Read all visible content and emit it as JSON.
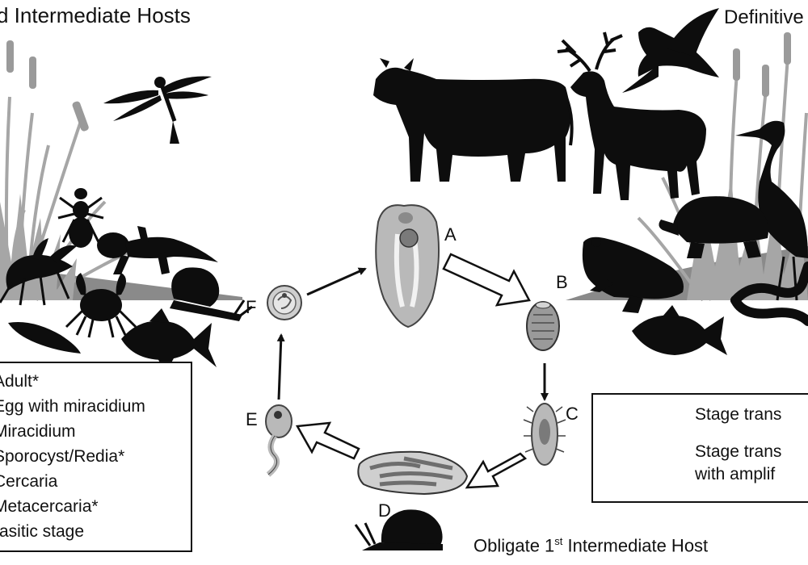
{
  "header": {
    "left_title": "d Intermediate Hosts",
    "right_title": "Definitive",
    "bottom_title_main": "Obligate 1",
    "bottom_title_sup": "st",
    "bottom_title_rest": " Intermediate Host"
  },
  "stages": {
    "a": "A",
    "b": "B",
    "c": "C",
    "d": "D",
    "e": "E",
    "f": "F"
  },
  "legend": {
    "items": [
      "Adult*",
      "Egg with miracidium",
      "Miracidium",
      "Sporocyst/Redia*",
      "Cercaria",
      "Metacercaria*",
      "rasitic stage"
    ]
  },
  "key": {
    "transition": "Stage trans",
    "amplification_line1": "Stage trans",
    "amplification_line2": "with amplif"
  },
  "colors": {
    "silhouette": "#0d0d0d",
    "ground": "#8a8a8a",
    "grass": "#a6a6a6",
    "parasite_fill": "#b9b9b9",
    "parasite_dark": "#7a7a7a"
  }
}
